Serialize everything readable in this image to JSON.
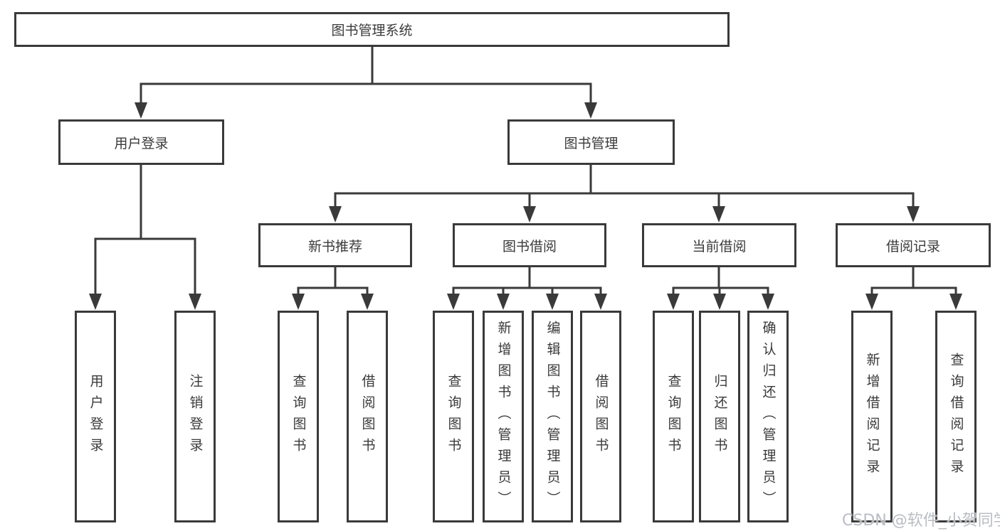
{
  "diagram": {
    "title": "图书管理系统",
    "root": {
      "label": "图书管理系统"
    },
    "branches": [
      {
        "label": "用户登录",
        "children": [
          {
            "label": "用户登录"
          },
          {
            "label": "注销登录"
          }
        ]
      },
      {
        "label": "图书管理",
        "children": [
          {
            "label": "新书推荐",
            "children": [
              {
                "label": "查询图书"
              },
              {
                "label": "借阅图书"
              }
            ]
          },
          {
            "label": "图书借阅",
            "children": [
              {
                "label": "查询图书"
              },
              {
                "label": "新增图书（管理员）"
              },
              {
                "label": "编辑图书（管理员）"
              },
              {
                "label": "借阅图书"
              }
            ]
          },
          {
            "label": "当前借阅",
            "children": [
              {
                "label": "查询图书"
              },
              {
                "label": "归还图书"
              },
              {
                "label": "确认归还（管理员）"
              }
            ]
          },
          {
            "label": "借阅记录",
            "children": [
              {
                "label": "新增借阅记录"
              },
              {
                "label": "查询借阅记录"
              }
            ]
          }
        ]
      }
    ]
  },
  "watermark": {
    "text": "CSDN @软件_小贺同学",
    "color": "#b9bdc3"
  },
  "colors": {
    "line": "#3a3a3a",
    "text": "#3a3a3a",
    "box_background": "#ffffff",
    "page_background": "#ffffff"
  }
}
